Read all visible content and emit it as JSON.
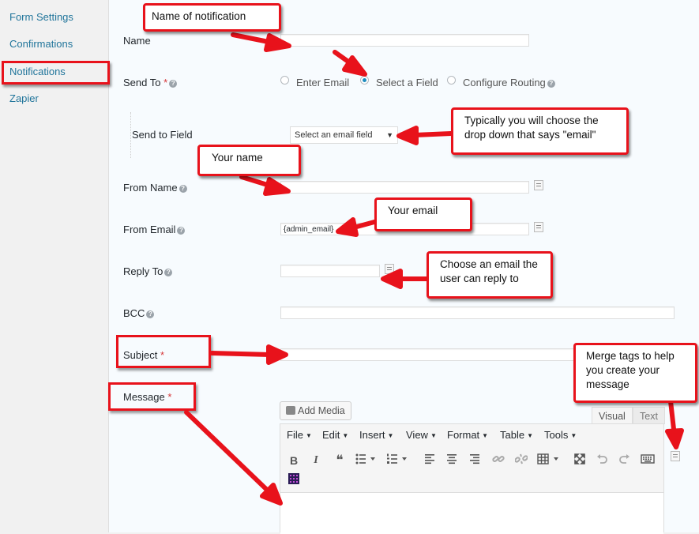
{
  "sidebar": {
    "items": [
      {
        "label": "Form Settings",
        "active": false
      },
      {
        "label": "Confirmations",
        "active": false
      },
      {
        "label": "Notifications",
        "active": true
      },
      {
        "label": "Zapier",
        "active": false
      }
    ]
  },
  "form": {
    "name_label": "Name",
    "send_to_label": "Send To",
    "required_marker": "*",
    "send_to_options": [
      "Enter Email",
      "Select a Field",
      "Configure Routing"
    ],
    "send_to_selected": "Select a Field",
    "send_to_field_label": "Send to Field",
    "send_to_field_select": "Select an email field",
    "from_name_label": "From Name",
    "from_email_label": "From Email",
    "from_email_value": "{admin_email}",
    "reply_to_label": "Reply To",
    "bcc_label": "BCC",
    "subject_label": "Subject",
    "message_label": "Message"
  },
  "editor": {
    "add_media_label": "Add Media",
    "tabs": [
      "Visual",
      "Text"
    ],
    "active_tab": "Visual",
    "menus": [
      "File",
      "Edit",
      "Insert",
      "View",
      "Format",
      "Table",
      "Tools"
    ],
    "toolbar_icons": [
      "bold-icon",
      "italic-icon",
      "blockquote-icon",
      "bullet-list-icon",
      "numbered-list-icon",
      "align-left-icon",
      "align-center-icon",
      "align-right-icon",
      "link-icon",
      "unlink-icon",
      "table-icon",
      "fullscreen-icon",
      "undo-icon",
      "redo-icon",
      "keyboard-icon",
      "color-grid-icon"
    ],
    "bold_glyph": "B",
    "italic_glyph": "I",
    "quote_glyph": "❝"
  },
  "annotations": {
    "name_note": "Name of notification",
    "send_field_note": "Typically you will choose the drop down that says \"email\"",
    "your_name_note": "Your name",
    "your_email_note": "Your email",
    "reply_note": "Choose an email the user can reply to",
    "merge_note": "Merge tags to help you create your message"
  },
  "colors": {
    "annotation_red": "#e8121b",
    "link_blue": "#21759b",
    "radio_blue": "#1e8cbe"
  }
}
